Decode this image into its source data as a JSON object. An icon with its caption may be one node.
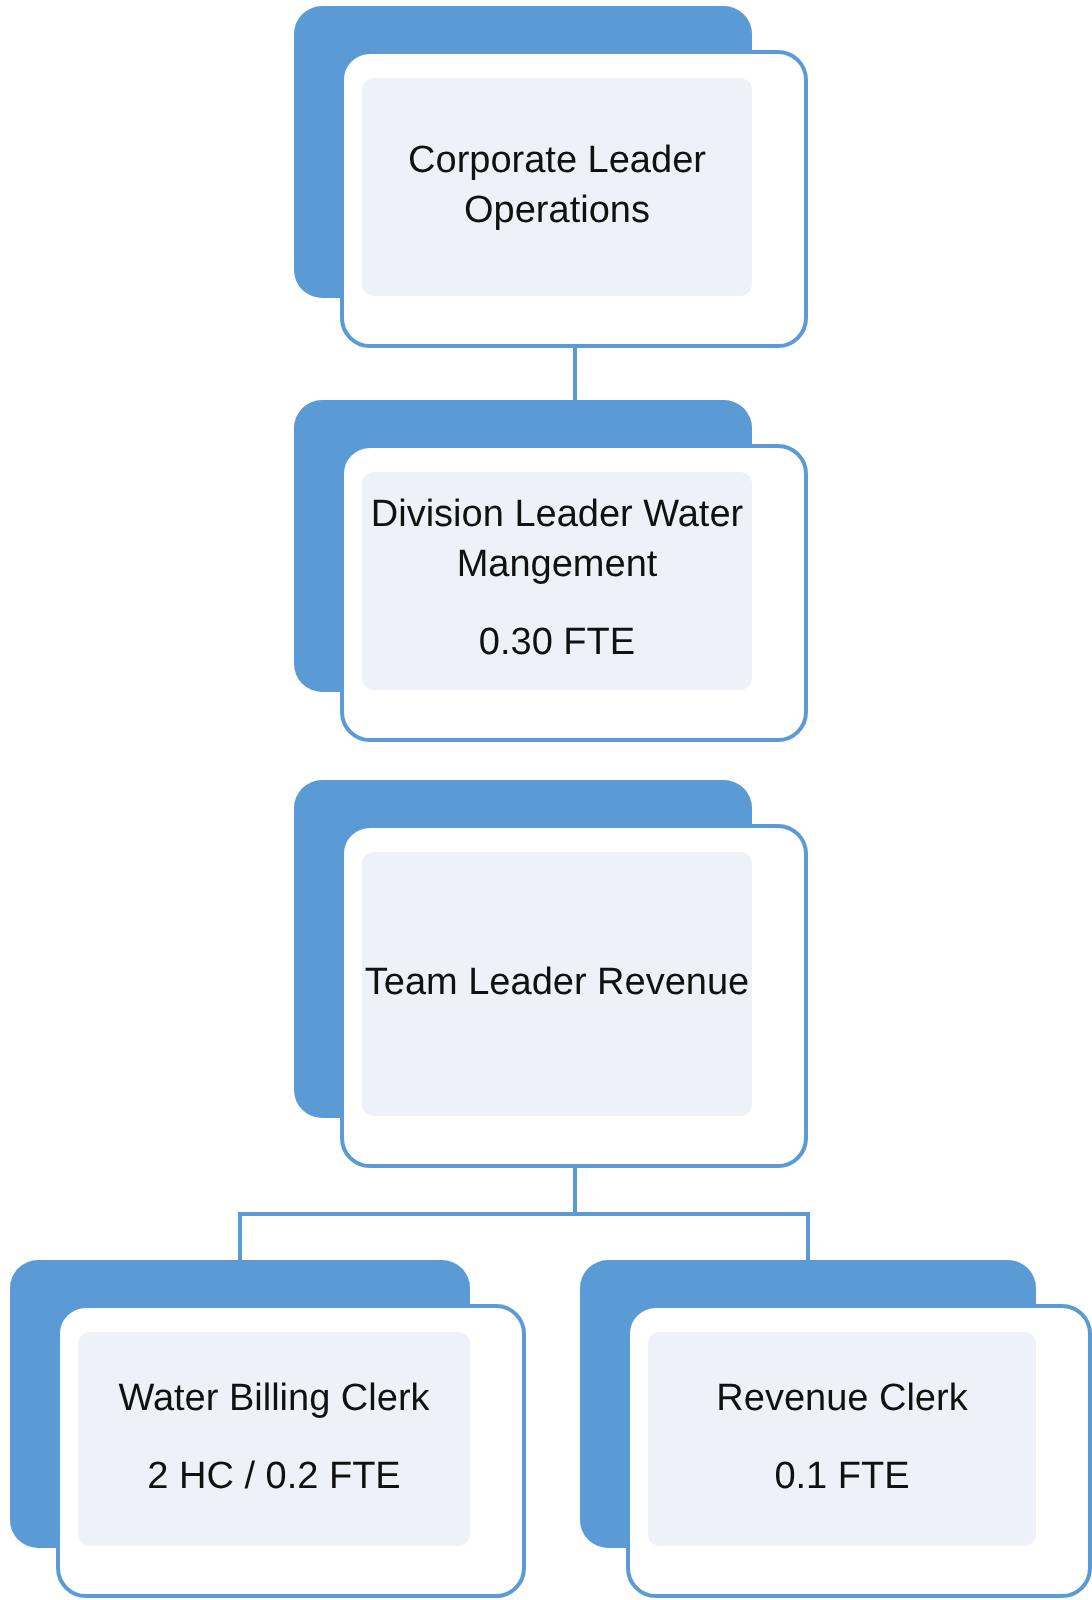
{
  "diagram": {
    "nodes": [
      {
        "text": [
          "Corporate Leader Operations"
        ]
      },
      {
        "text": [
          "Division Leader Water Mangement",
          "0.30 FTE"
        ]
      },
      {
        "text": [
          "Team Leader Revenue"
        ]
      },
      {
        "text": [
          "Water Billing Clerk",
          "2 HC / 0.2 FTE"
        ]
      },
      {
        "text": [
          "Revenue Clerk",
          "0.1 FTE"
        ]
      }
    ],
    "edges": [
      {
        "from": 0,
        "to": 1,
        "arrow": "none"
      },
      {
        "from": 2,
        "to": 3,
        "arrow": "none"
      },
      {
        "from": 2,
        "to": 4,
        "arrow": "none"
      }
    ]
  }
}
